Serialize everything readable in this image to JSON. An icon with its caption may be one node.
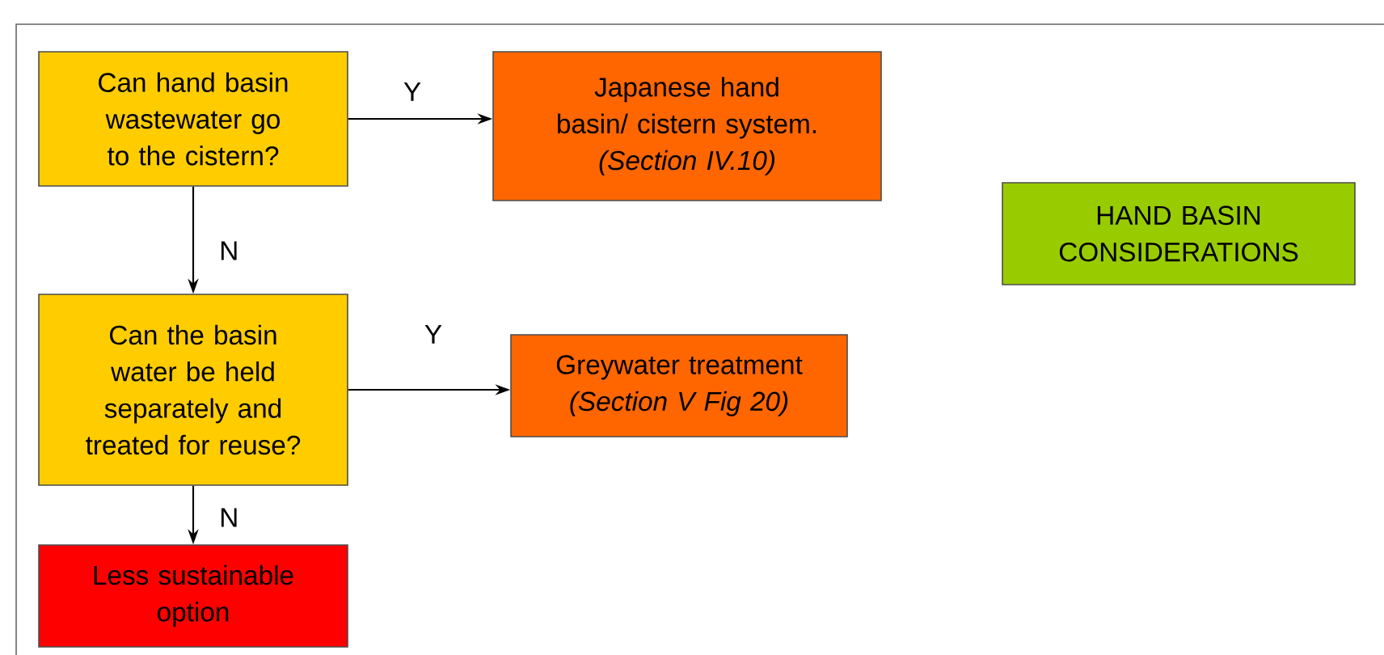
{
  "diagram": {
    "nodes": [
      {
        "text": [
          "Can hand basin wastewater go to the cistern?"
        ]
      },
      {
        "text": [
          "Japanese hand basin/ cistern system.",
          "(Section IV.10)"
        ]
      },
      {
        "text": [
          "HAND BASIN CONSIDERATIONS"
        ]
      },
      {
        "text": [
          "Can the basin water be held separately and treated for reuse?"
        ]
      },
      {
        "text": [
          "Greywater treatment",
          "(Section V Fig 20)"
        ]
      },
      {
        "text": [
          "Less sustainable option"
        ]
      }
    ],
    "edges": [
      {
        "from": 0,
        "to": 1,
        "arrow": "to",
        "label": "Y"
      },
      {
        "from": 0,
        "to": 3,
        "arrow": "to",
        "label": "N"
      },
      {
        "from": 3,
        "to": 4,
        "arrow": "to",
        "label": "Y"
      },
      {
        "from": 3,
        "to": 5,
        "arrow": "to",
        "label": "N"
      }
    ]
  }
}
